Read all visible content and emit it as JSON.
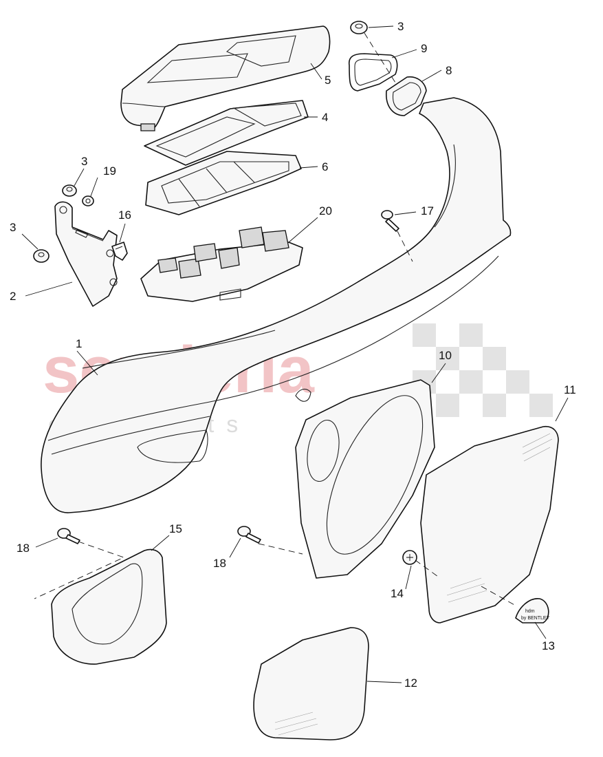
{
  "watermark": {
    "brand": "scuderia",
    "tagline": "car parts"
  },
  "badge": {
    "script": "hdm",
    "sub": "by BENTLEY"
  },
  "callouts": [
    {
      "id": "c1",
      "label": "1"
    },
    {
      "id": "c2",
      "label": "2"
    },
    {
      "id": "c3a",
      "label": "3"
    },
    {
      "id": "c3b",
      "label": "3"
    },
    {
      "id": "c3c",
      "label": "3"
    },
    {
      "id": "c4",
      "label": "4"
    },
    {
      "id": "c5",
      "label": "5"
    },
    {
      "id": "c6",
      "label": "6"
    },
    {
      "id": "c8",
      "label": "8"
    },
    {
      "id": "c9",
      "label": "9"
    },
    {
      "id": "c10",
      "label": "10"
    },
    {
      "id": "c11",
      "label": "11"
    },
    {
      "id": "c12",
      "label": "12"
    },
    {
      "id": "c13",
      "label": "13"
    },
    {
      "id": "c14",
      "label": "14"
    },
    {
      "id": "c15",
      "label": "15"
    },
    {
      "id": "c16",
      "label": "16"
    },
    {
      "id": "c17",
      "label": "17"
    },
    {
      "id": "c18a",
      "label": "18"
    },
    {
      "id": "c18b",
      "label": "18"
    },
    {
      "id": "c19",
      "label": "19"
    },
    {
      "id": "c20",
      "label": "20"
    }
  ]
}
